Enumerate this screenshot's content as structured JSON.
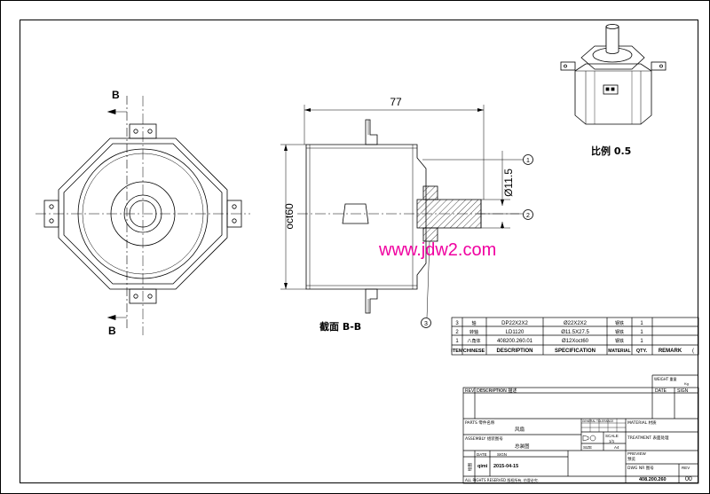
{
  "views": {
    "front": {
      "section_label_top": "B",
      "section_label_bottom": "B"
    },
    "section": {
      "title": "截面 B-B",
      "dim_width": "77",
      "dim_shaft_diameter": "Ø11.5",
      "dim_body": "oct60",
      "balloons": [
        "1",
        "2",
        "3"
      ]
    },
    "iso": {
      "scale_note": "比例 0.5"
    }
  },
  "watermark": "www.jdw2.com",
  "bom": {
    "headers": [
      "ITEM",
      "CHINESE",
      "DESCRIPTION",
      "SPECIFICATION",
      "MATERIAL",
      "QTY.",
      "REMARK"
    ],
    "header_remark_extra": "(",
    "rows": [
      {
        "item": "3",
        "chinese": "轴",
        "description": "DP22X2X2",
        "specification": "Ø22X2X2",
        "material": "钢铁",
        "qty": "1",
        "remark": ""
      },
      {
        "item": "2",
        "chinese": "转轴",
        "description": "LD1120",
        "specification": "Ø11.5X27.5",
        "material": "钢铁",
        "qty": "1",
        "remark": ""
      },
      {
        "item": "1",
        "chinese": "八角体",
        "description": "408200.260.01",
        "specification": "Ø12Xoct60",
        "material": "钢铁",
        "qty": "1",
        "remark": ""
      }
    ]
  },
  "title_block": {
    "weight_label": "WEIGHT 重量",
    "weight_unit": "Kg",
    "rev_label": "REV",
    "description_label": "DESCRIPTION 描述",
    "date_label": "DATE",
    "sign_label": "SIGN",
    "parts_label": "PARTS 零件名称",
    "parts_value": "风扇",
    "assembly_label": "ASSEMBLY 组装图号",
    "assembly_value": "总装图",
    "general_tolerance": "GENERAL TOLERANCE",
    "material_label": "MATERIAL 材质",
    "scale_label": "SCALE",
    "scale_value": "1/1",
    "treatment_label": "TREATMENT 表面处理",
    "size_label": "SIZE",
    "size_value": "A4",
    "preview_label": "PREVIEW",
    "preview_sub": "预览",
    "date2_label": "DATE",
    "sign2_label": "SIGN",
    "drawn_label": "绘图",
    "drawn_by": "qimi",
    "drawn_date": "2015-04-15",
    "dwg_label": "DWG NR 图号",
    "dwg_value": "408.200.260",
    "rev2_label": "REV",
    "rev_value": "00",
    "footer_note": "ALL RIGHTS RESERVED 版权所有, 仿冒必究."
  }
}
